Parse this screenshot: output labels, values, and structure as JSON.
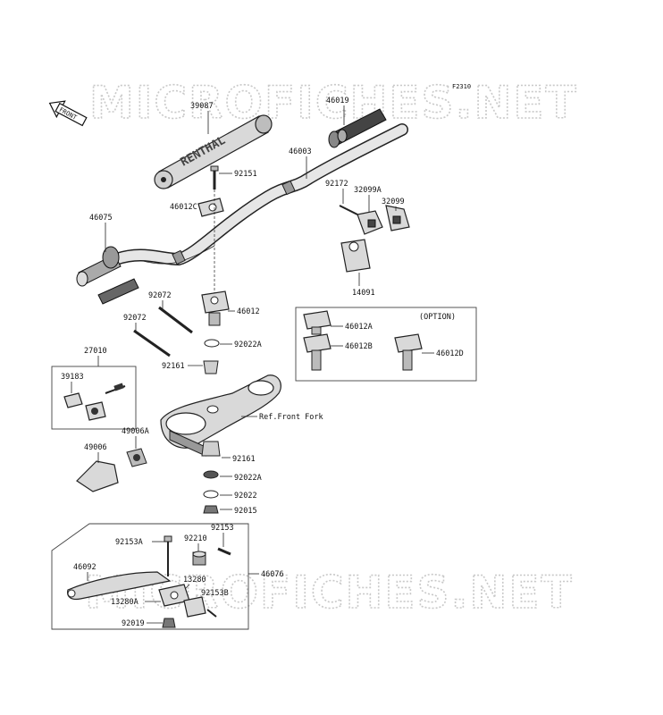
{
  "diagram_code": "F2310",
  "watermarks": [
    "MICROFICHES.NET",
    "MICROFICHES.NET"
  ],
  "front_arrow": "FRONT",
  "grip_brand": "RENTHAL",
  "option_label": "(OPTION)",
  "reference_label": "Ref.Front Fork",
  "parts": {
    "p39087": "39087",
    "p46019": "46019",
    "p46003": "46003",
    "p92151": "92151",
    "p46012C": "46012C",
    "p92172": "92172",
    "p32099A": "32099A",
    "p32099": "32099",
    "p46075": "46075",
    "p14091": "14091",
    "p92072a": "92072",
    "p92072b": "92072",
    "p46012": "46012",
    "p46012A": "46012A",
    "p46012B": "46012B",
    "p46012D": "46012D",
    "p27010": "27010",
    "p92022A_1": "92022A",
    "p92161_1": "92161",
    "p39183": "39183",
    "p49006A": "49006A",
    "p49006": "49006",
    "p92161_2": "92161",
    "p92022A_2": "92022A",
    "p92022": "92022",
    "p92015": "92015",
    "p92153": "92153",
    "p92153A": "92153A",
    "p92210": "92210",
    "p46092": "46092",
    "p46076": "46076",
    "p13280": "13280",
    "p92153B": "92153B",
    "p13280A": "13280A",
    "p92019": "92019"
  }
}
